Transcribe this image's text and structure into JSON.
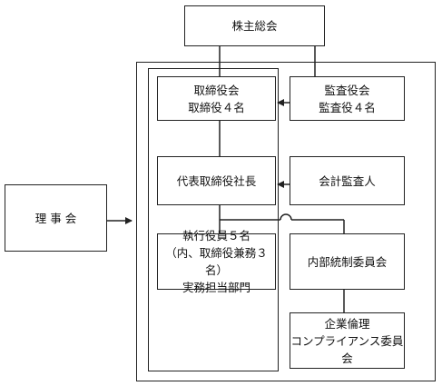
{
  "diagram": {
    "shareholders_meeting": "株主総会",
    "board": {
      "line1": "取締役会",
      "line2": "取締役４名"
    },
    "auditors": {
      "line1": "監査役会",
      "line2": "監査役４名"
    },
    "president": "代表取締役社長",
    "accounting_auditor": "会計監査人",
    "executives": {
      "line1": "執行役員５名",
      "line2": "（内、取締役兼務３名）",
      "line3": "実務担当部門"
    },
    "internal_control": "内部統制委員会",
    "ethics": {
      "line1": "企業倫理",
      "line2": "コンプライアンス委員会"
    },
    "council": "理 事 会"
  }
}
